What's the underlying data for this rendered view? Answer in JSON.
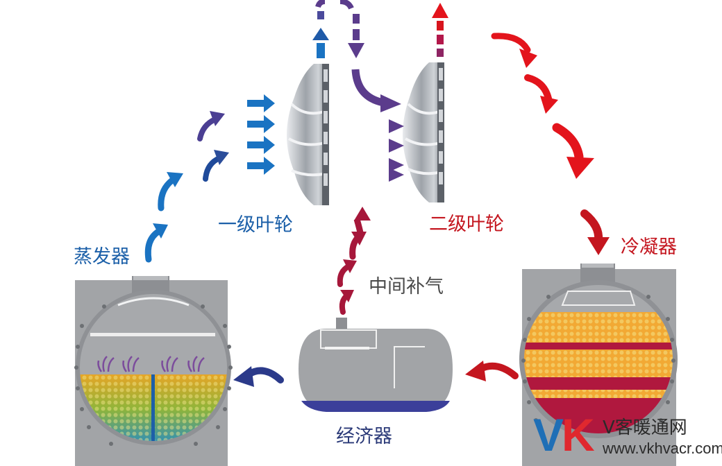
{
  "labels": {
    "stage1_impeller": "一级叶轮",
    "stage2_impeller": "二级叶轮",
    "evaporator": "蒸发器",
    "condenser": "冷凝器",
    "intermediate_injection": "中间补气",
    "economizer": "经济器"
  },
  "watermark": {
    "logo_v": "V",
    "logo_k": "K",
    "site_name": "V客暖通网",
    "url": "www.vkhvacr.com"
  },
  "colors": {
    "blue_flow": "#1a73c2",
    "purple_flow": "#5b3c8c",
    "red_flow": "#d8141d",
    "crimson_flow": "#a6173a",
    "vessel_gray": "#9d9fa2",
    "label_blue": "#1b5fa8",
    "label_red": "#c4161f",
    "label_navy": "#2b3a78",
    "label_gray": "#4a4a4a"
  }
}
